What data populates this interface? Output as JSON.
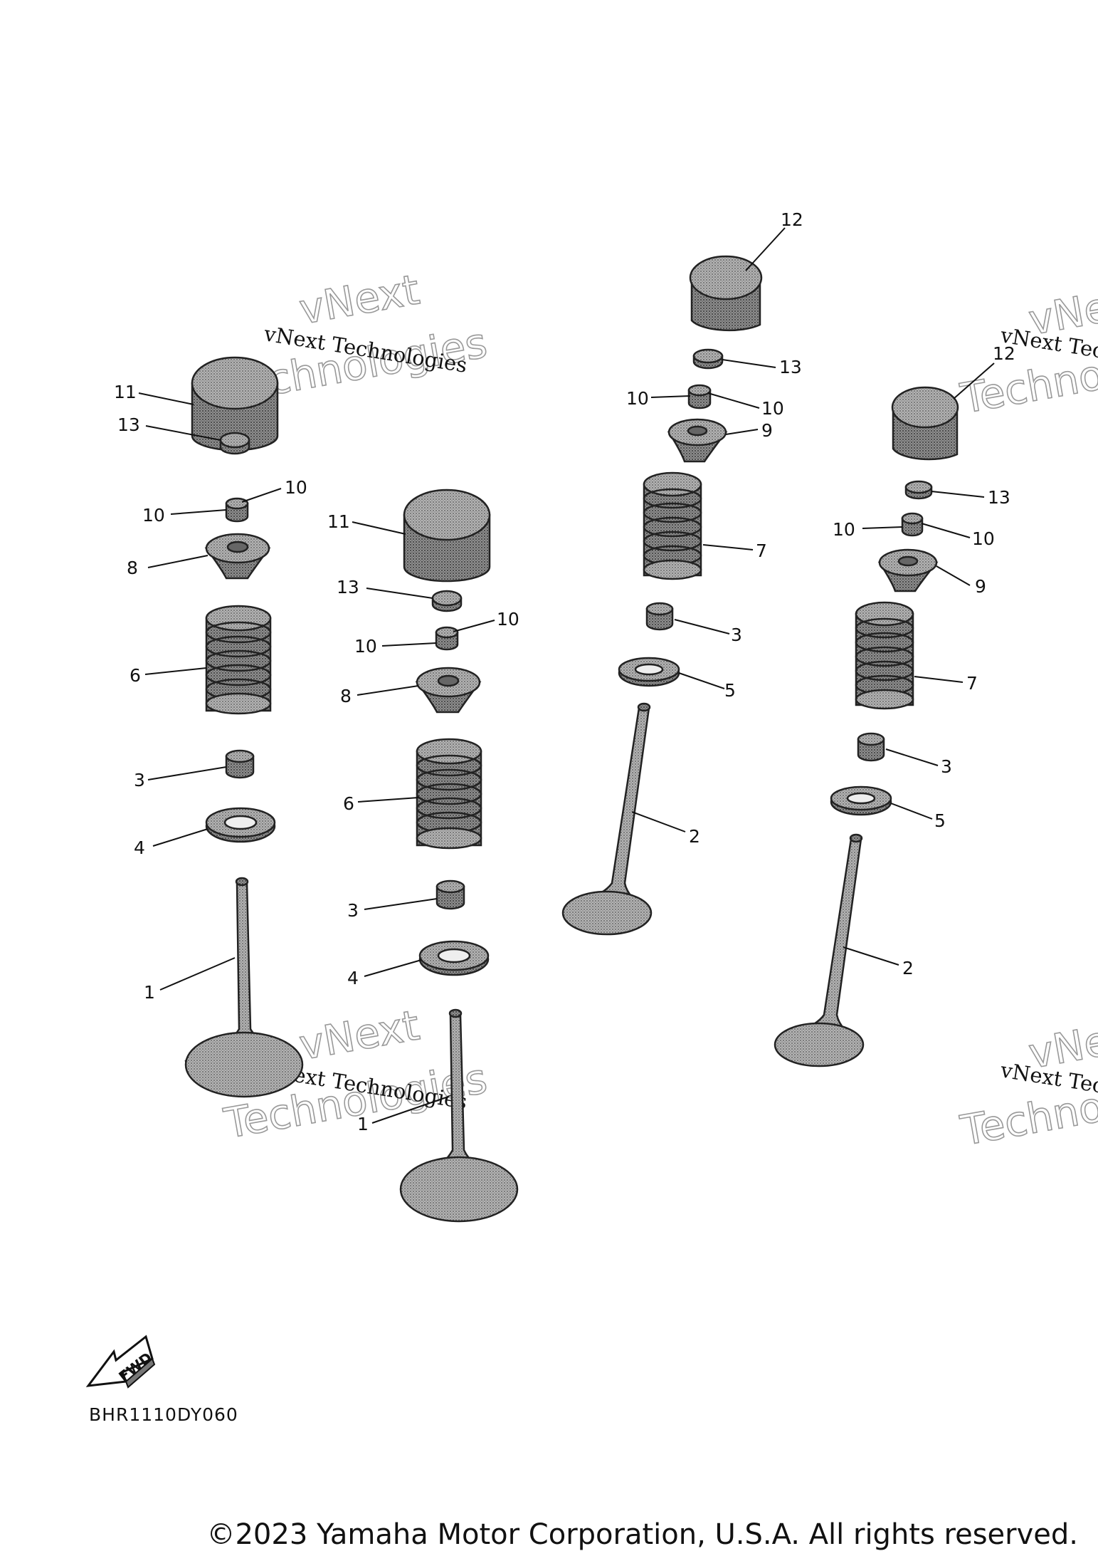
{
  "diagram_code": "BHR1110DY060",
  "copyright": "©2023 Yamaha Motor Corporation, U.S.A. All rights reserved.",
  "watermark": {
    "line": "vNext Technologies",
    "word1": "vNext",
    "word2": "Technologies"
  },
  "fwd_label": "FWD",
  "callouts": [
    "1",
    "1",
    "2",
    "2",
    "3",
    "3",
    "3",
    "3",
    "4",
    "4",
    "5",
    "5",
    "6",
    "6",
    "7",
    "7",
    "8",
    "8",
    "9",
    "9",
    "10",
    "10",
    "10",
    "10",
    "10",
    "10",
    "10",
    "10",
    "11",
    "11",
    "12",
    "12",
    "13",
    "13",
    "13",
    "13"
  ],
  "colors": {
    "part_fill": "#9a9a9a",
    "line": "#111111",
    "watermark_outline": "#999999"
  }
}
